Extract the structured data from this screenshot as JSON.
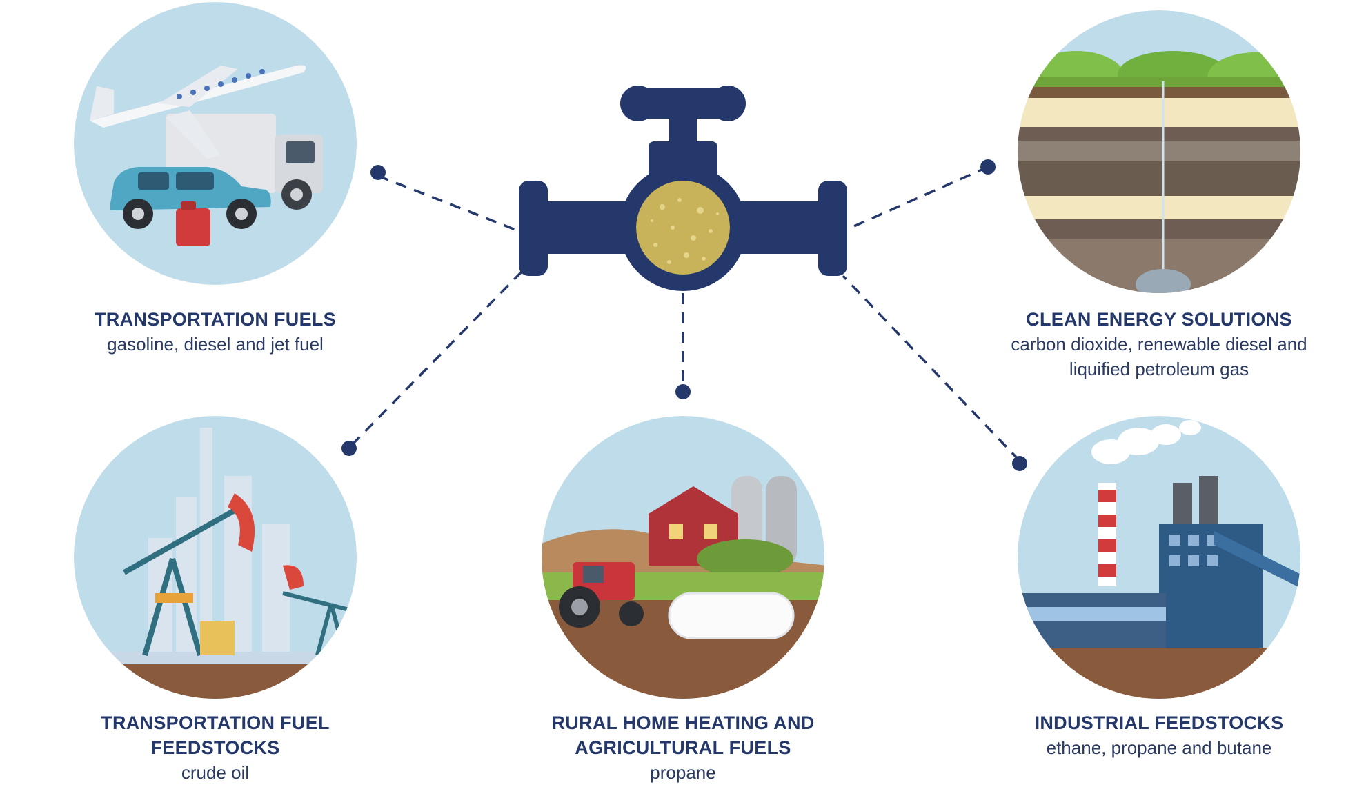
{
  "colors": {
    "navy": "#24386b",
    "sky": "#bfdcea",
    "fluid": "#c9b35a",
    "soil": "#8a5a3c"
  },
  "center": {
    "icon": "pipeline-valve-icon"
  },
  "nodes": [
    {
      "id": "transportation-fuels",
      "icon": "vehicles-illustration",
      "title": "TRANSPORTATION FUELS",
      "subtitle": "gasoline, diesel and jet fuel"
    },
    {
      "id": "clean-energy-solutions",
      "icon": "underground-storage-illustration",
      "title": "CLEAN ENERGY SOLUTIONS",
      "subtitle": "carbon dioxide, renewable diesel and liquified petroleum gas"
    },
    {
      "id": "transportation-fuel-feedstocks",
      "icon": "oil-pumpjack-illustration",
      "title": "TRANSPORTATION FUEL FEEDSTOCKS",
      "subtitle": "crude oil"
    },
    {
      "id": "rural-home-heating",
      "icon": "farm-illustration",
      "title": "RURAL HOME HEATING AND AGRICULTURAL FUELS",
      "subtitle": "propane"
    },
    {
      "id": "industrial-feedstocks",
      "icon": "factory-illustration",
      "title": "INDUSTRIAL FEEDSTOCKS",
      "subtitle": "ethane, propane and butane"
    }
  ]
}
